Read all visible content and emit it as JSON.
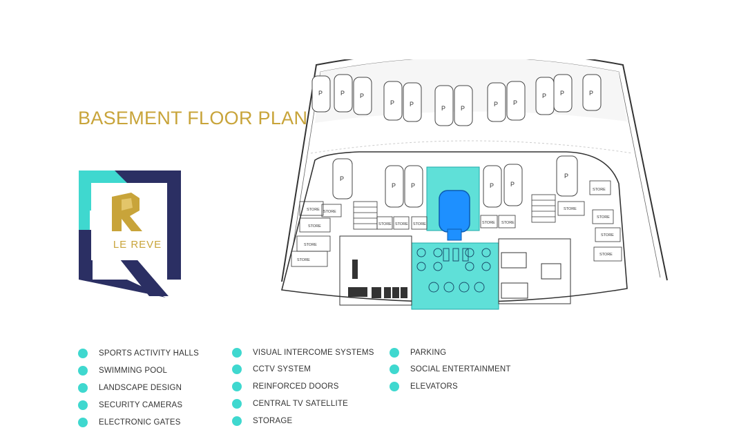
{
  "page": {
    "title": "BASEMENT FLOOR PLAN",
    "brand": "LE REVE",
    "colors": {
      "gold": "#c8a43a",
      "navy": "#2b2f63",
      "teal": "#3fd8cf",
      "pool": "#1e90ff"
    }
  },
  "plan": {
    "store_label": "STORE",
    "parking_label": "P"
  },
  "features": {
    "col1": [
      "SPORTS ACTIVITY HALLS",
      "SWIMMING POOL",
      "LANDSCAPE DESIGN",
      "SECURITY CAMERAS",
      "ELECTRONIC GATES"
    ],
    "col2": [
      "VISUAL INTERCOME SYSTEMS",
      "CCTV SYSTEM",
      "REINFORCED DOORS",
      "CENTRAL TV SATELLITE",
      "STORAGE"
    ],
    "col3": [
      "PARKING",
      "SOCIAL ENTERTAINMENT",
      "ELEVATORS"
    ]
  }
}
